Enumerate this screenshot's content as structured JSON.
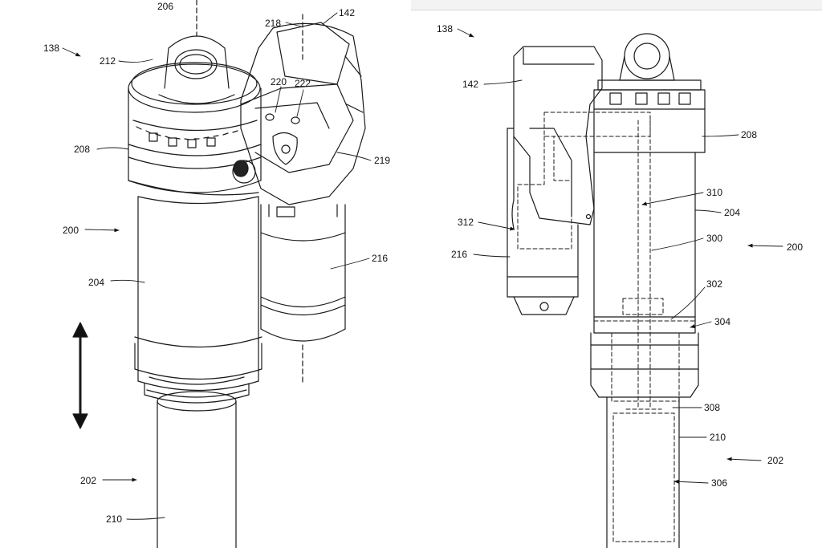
{
  "colors": {
    "line": "#1a1a1a",
    "background": "#ffffff"
  },
  "left_figure": {
    "labels": {
      "l138": "138",
      "l206": "206",
      "l212": "212",
      "l218": "218",
      "l142": "142",
      "l220": "220",
      "l222": "222",
      "l208": "208",
      "l219": "219",
      "l200": "200",
      "l216": "216",
      "l204": "204",
      "l202": "202",
      "l210": "210"
    }
  },
  "right_figure": {
    "labels": {
      "l138": "138",
      "l142": "142",
      "l208": "208",
      "l310": "310",
      "l204": "204",
      "l312": "312",
      "l300": "300",
      "l200": "200",
      "l216": "216",
      "l302": "302",
      "l304": "304",
      "l308": "308",
      "l210": "210",
      "l202": "202",
      "l306": "306"
    }
  }
}
